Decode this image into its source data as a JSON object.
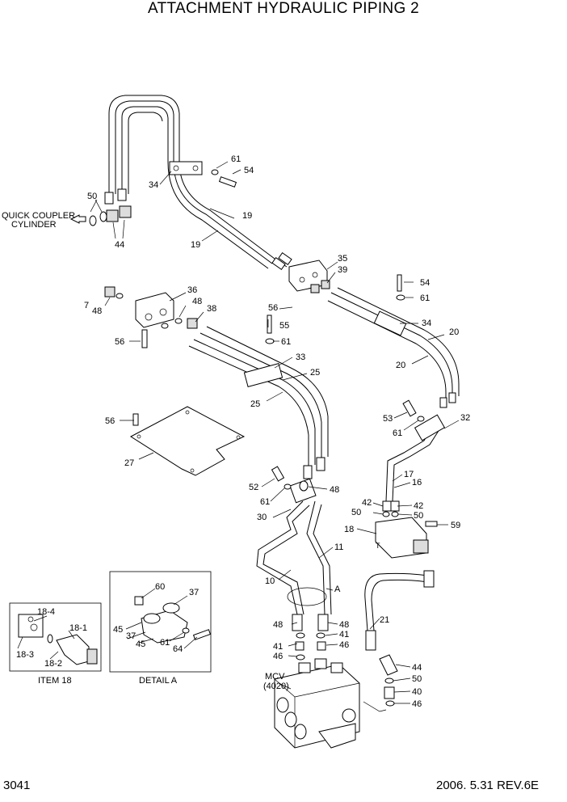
{
  "title": "ATTACHMENT HYDRAULIC PIPING 2",
  "page_number": "3041",
  "revision": "2006. 5.31  REV.6E",
  "quick_coupler": {
    "line1": "QUICK COUPLER",
    "line2": "CYLINDER"
  },
  "mcv": {
    "line1": "MCV",
    "line2": "(4020)"
  },
  "item18_caption": "ITEM 18",
  "detailA_caption": "DETAIL A",
  "detail_marker": "A",
  "port_marker": "T",
  "callouts": [
    "50",
    "44",
    "34",
    "61",
    "54",
    "19",
    "19",
    "35",
    "39",
    "54",
    "61",
    "34",
    "20",
    "20",
    "7",
    "48",
    "36",
    "48",
    "38",
    "56",
    "56",
    "55",
    "61",
    "33",
    "25",
    "25",
    "53",
    "32",
    "61",
    "56",
    "27",
    "52",
    "61",
    "48",
    "17",
    "16",
    "42",
    "42",
    "50",
    "50",
    "59",
    "18",
    "30",
    "11",
    "10",
    "60",
    "37",
    "45",
    "37",
    "45",
    "61",
    "64",
    "21",
    "48",
    "48",
    "41",
    "41",
    "46",
    "46",
    "44",
    "50",
    "40",
    "46",
    "18-4",
    "18-1",
    "18-3",
    "18-2"
  ]
}
